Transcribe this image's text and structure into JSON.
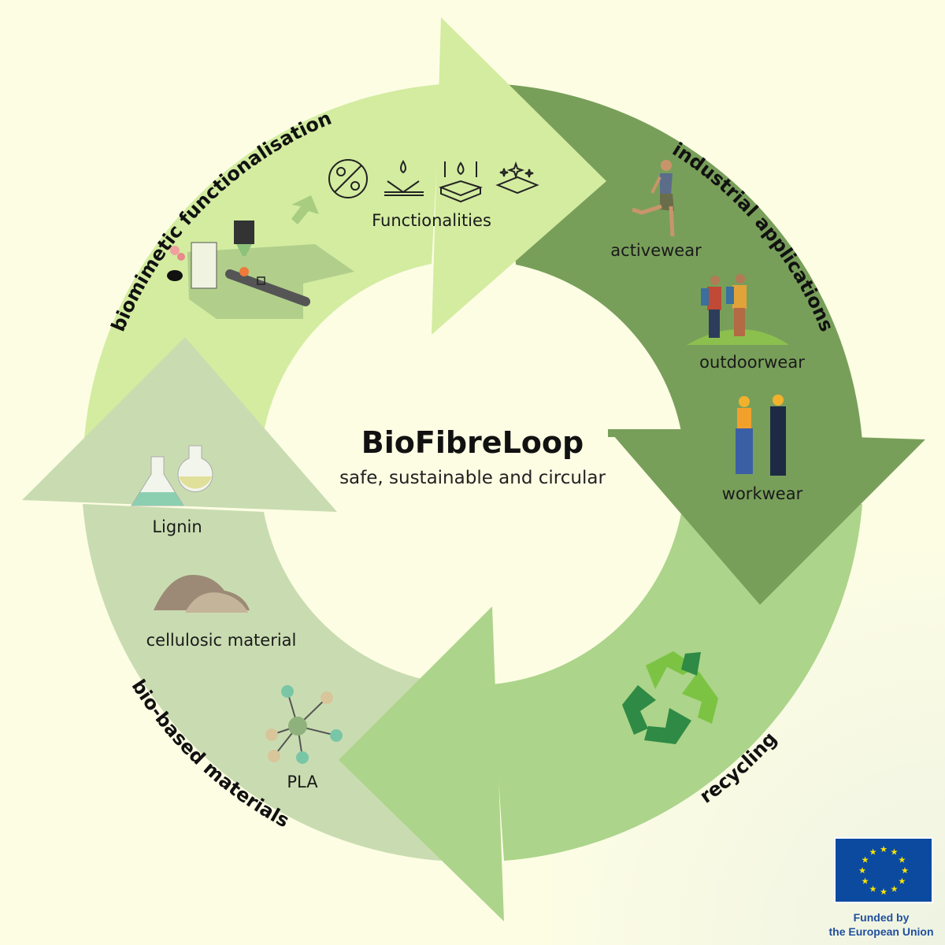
{
  "title": "BioFibreLoop",
  "subtitle": "safe, sustainable and circular",
  "stages": {
    "biomimetic": "biomimetic functionalisation",
    "industrial": "industrial applications",
    "recycling": "recycling",
    "biobased": "bio-based materials"
  },
  "items": {
    "functionalities": "Functionalities",
    "activewear": "activewear",
    "outdoorwear": "outdoorwear",
    "workwear": "workwear",
    "lignin": "Lignin",
    "cellulosic": "cellulosic material",
    "pla": "PLA"
  },
  "funding": {
    "line1": "Funded by",
    "line2": "the European Union"
  },
  "colors": {
    "biomimetic": "#d3eca0",
    "industrial": "#789f5a",
    "recycling": "#acd48a",
    "biobased": "#c9dcb1",
    "eu_blue": "#0c4aa0"
  }
}
